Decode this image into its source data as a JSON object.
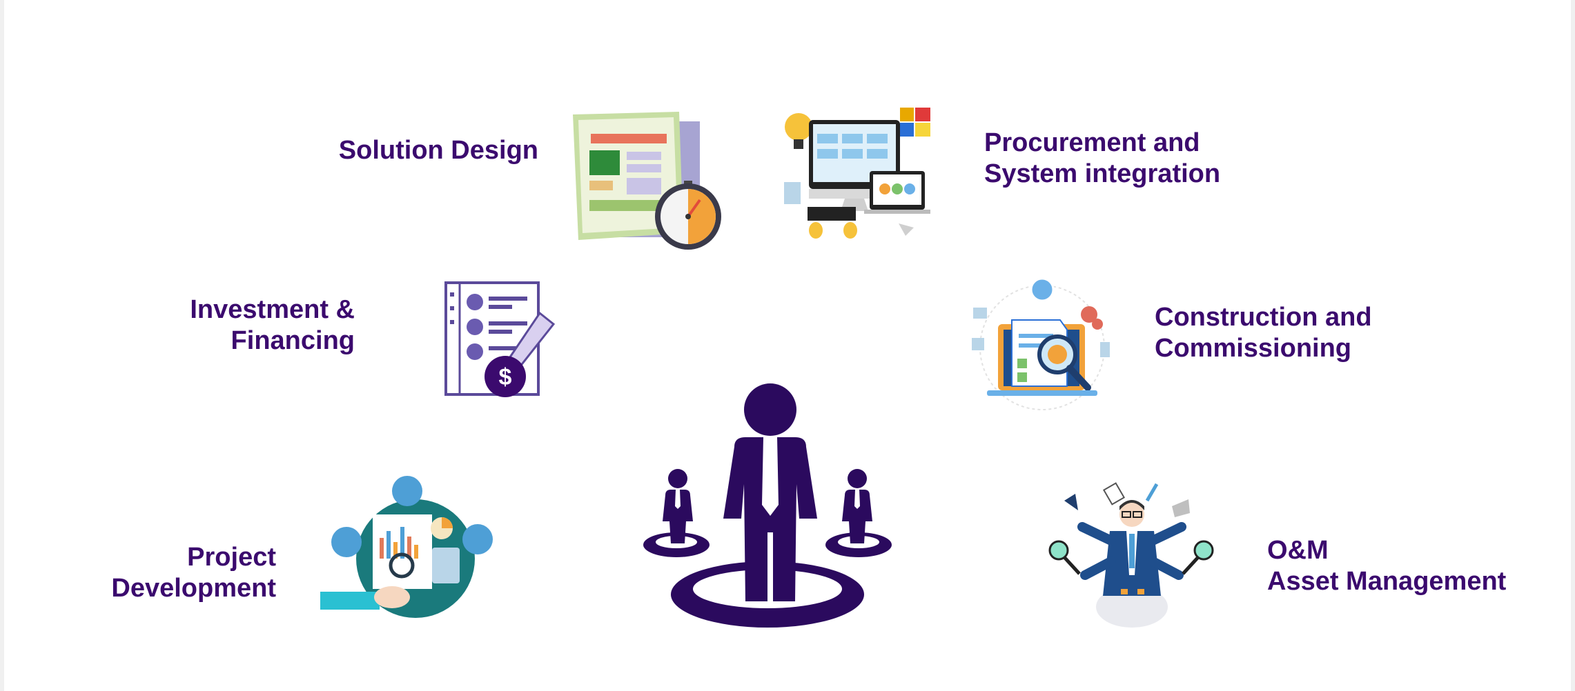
{
  "labels": {
    "solution_design": [
      "Solution Design"
    ],
    "procurement": [
      "Procurement and",
      "System integration"
    ],
    "investment": [
      "Investment &",
      "Financing"
    ],
    "construction": [
      "Construction and",
      "Commissioning"
    ],
    "project_development": [
      "Project",
      "Development"
    ],
    "om": [
      "O&M",
      "Asset Management"
    ]
  },
  "icons": {
    "solution_design": "document-stopwatch-icon",
    "procurement": "computer-devices-icon",
    "investment": "checklist-dollar-icon",
    "construction": "laptop-inspection-icon",
    "project_development": "analytics-circle-icon",
    "om": "multitasking-manager-icon",
    "center": "leader-team-icon"
  },
  "colors": {
    "label": "#3b0a6e",
    "central_figure": "#2b0a5e"
  }
}
